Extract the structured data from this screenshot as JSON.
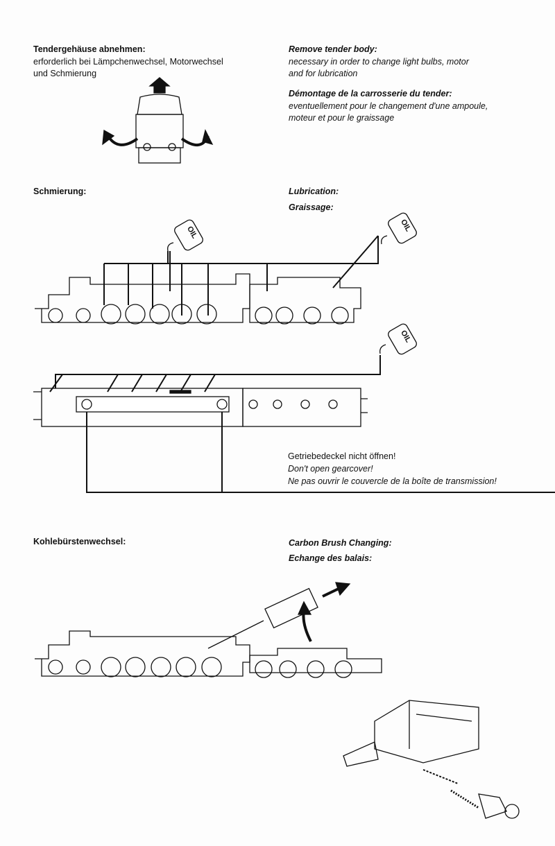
{
  "section_tender": {
    "de_title": "Tendergehäuse abnehmen:",
    "de_lines": [
      "erforderlich bei Lämpchenwechsel, Motorwechsel",
      "und  Schmierung"
    ],
    "en_title": "Remove tender body:",
    "en_lines": [
      "necessary in order to change light bulbs, motor",
      "and  for  lubrication"
    ],
    "fr_title": "Démontage de la carrosserie du tender:",
    "fr_lines": [
      "eventuellement pour le changement d'une ampoule,",
      "moteur   et pour le graissage"
    ]
  },
  "section_lubrication": {
    "de_title": "Schmierung:",
    "en_title": "Lubrication:",
    "fr_title": "Graissage:",
    "oil_label": "OIL",
    "warning": {
      "de": "Getriebedeckel nicht öffnen!",
      "en": "Don't open gearcover!",
      "fr": "Ne  pas ouvrir le couvercle de la boîte de transmission!"
    }
  },
  "section_brush": {
    "de_title": "Kohlebürstenwechsel:",
    "en_title": "Carbon Brush Changing:",
    "fr_title": "Echange des balais:"
  }
}
